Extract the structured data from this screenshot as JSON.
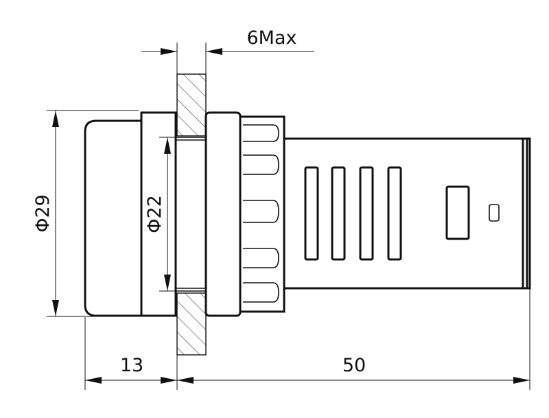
{
  "dimensions": {
    "panel_thickness": "6Max",
    "outer_diameter": "Φ29",
    "mount_diameter": "Φ22",
    "front_length": "13",
    "body_length": "50"
  },
  "colors": {
    "line": "#111111",
    "background": "#ffffff"
  }
}
